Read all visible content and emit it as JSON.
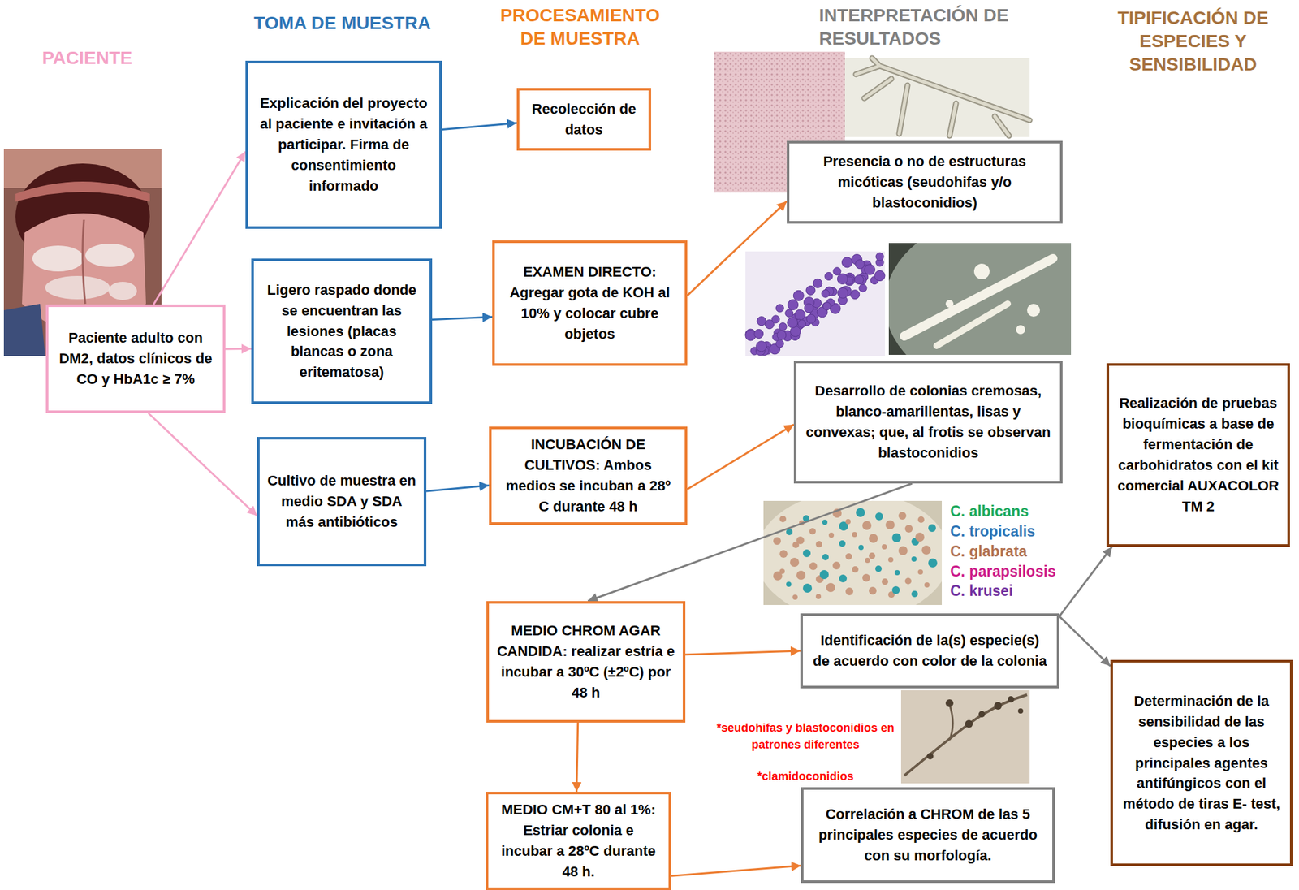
{
  "diagram": {
    "nodes": [
      {
        "text": [
          "Paciente adulto con DM2, datos clínicos de CO y HbA1c ≥ 7%"
        ]
      },
      {
        "text": [
          "Explicación del proyecto al paciente e invitación a participar. Firma de consentimiento informado"
        ]
      },
      {
        "text": [
          "Ligero raspado donde se encuentran las lesiones (placas blancas o zona eritematosa)"
        ]
      },
      {
        "text": [
          "Cultivo de muestra en medio SDA y SDA más antibióticos"
        ]
      },
      {
        "text": [
          "Recolección de datos"
        ]
      },
      {
        "text": [
          "EXAMEN DIRECTO: Agregar gota de KOH al 10% y colocar cubre objetos"
        ]
      },
      {
        "text": [
          "INCUBACIÓN DE CULTIVOS: Ambos medios se incuban a 28º C durante 48 h"
        ]
      },
      {
        "text": [
          "Presencia o no de estructuras micóticas (seudohifas y/o blastoconidios)"
        ]
      },
      {
        "text": [
          "Desarrollo de colonias cremosas, blanco-amarillentas, lisas y convexas; que, al frotis se observan blastoconidios"
        ]
      },
      {
        "text": [
          "MEDIO CHROM AGAR CANDIDA: realizar estría e incubar a 30ºC (±2ºC) por 48 h"
        ]
      },
      {
        "text": [
          "Identificación de la(s) especie(s) de acuerdo con color de la colonia"
        ]
      },
      {
        "text": [
          "MEDIO CM+T 80 al 1%: Estriar colonia e incubar a 28ºC durante 48 h."
        ]
      },
      {
        "text": [
          "Correlación a CHROM de las 5 principales especies de acuerdo con su morfología."
        ]
      },
      {
        "text": [
          "Realización de pruebas bioquímicas a base de fermentación de carbohidratos con el kit comercial AUXACOLOR TM 2"
        ]
      },
      {
        "text": [
          "Determinación de la sensibilidad de las especies a los principales agentes antifúngicos con el método de tiras E- test, difusión en agar."
        ]
      }
    ],
    "edges": [
      {
        "from": 0,
        "to": 1,
        "arrow": "to"
      },
      {
        "from": 0,
        "to": 2,
        "arrow": "to"
      },
      {
        "from": 0,
        "to": 3,
        "arrow": "to"
      },
      {
        "from": 1,
        "to": 4,
        "arrow": "to"
      },
      {
        "from": 2,
        "to": 5,
        "arrow": "to"
      },
      {
        "from": 3,
        "to": 6,
        "arrow": "to"
      },
      {
        "from": 5,
        "to": 7,
        "arrow": "to"
      },
      {
        "from": 6,
        "to": 8,
        "arrow": "to"
      },
      {
        "from": 8,
        "to": 9,
        "arrow": "to"
      },
      {
        "from": 9,
        "to": 10,
        "arrow": "to"
      },
      {
        "from": 9,
        "to": 11,
        "arrow": "to"
      },
      {
        "from": 11,
        "to": 12,
        "arrow": "to"
      },
      {
        "from": 10,
        "to": 13,
        "arrow": "to"
      },
      {
        "from": 10,
        "to": 14,
        "arrow": "to"
      }
    ],
    "labels": [
      "PACIENTE",
      "TOMA DE MUESTRA",
      "PROCESAMIENTO DE MUESTRA",
      "INTERPRETACIÓN DE RESULTADOS",
      "TIPIFICACIÓN DE ESPECIES Y SENSIBILIDAD",
      "C. albicans",
      "C. tropicalis",
      "C. glabrata",
      "C. parapsilosis",
      "C. krusei",
      "*seudohifas y blastoconidios en patrones diferentes",
      "*clamidoconidios"
    ]
  }
}
